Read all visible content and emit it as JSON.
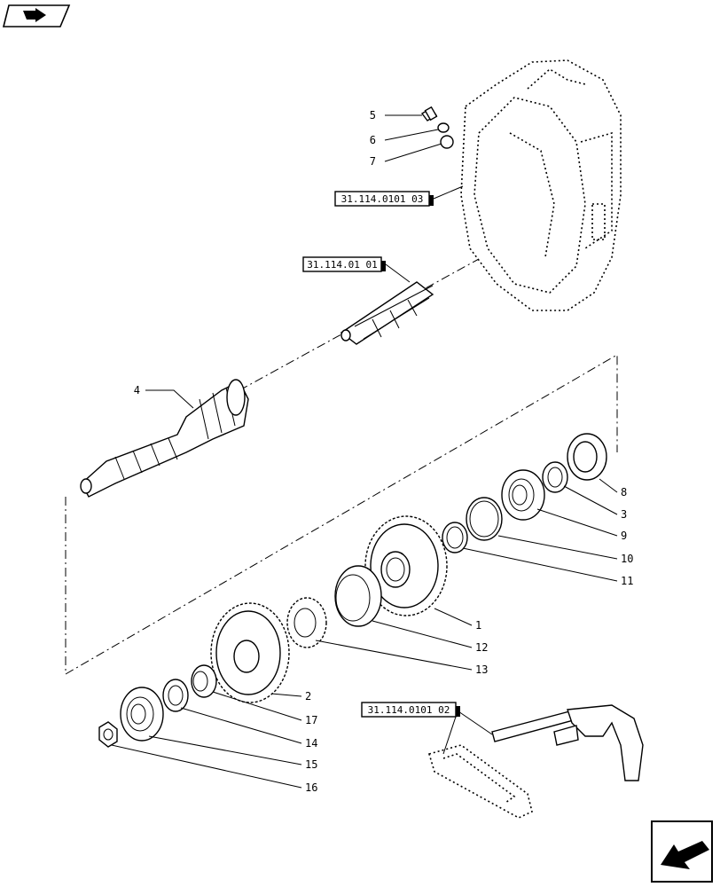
{
  "references": {
    "housing": "31.114.0101 03",
    "shaft": "31.114.01 01",
    "fork": "31.114.0101 02"
  },
  "callouts": {
    "c1": "1",
    "c2": "2",
    "c3": "3",
    "c4": "4",
    "c5": "5",
    "c6": "6",
    "c7": "7",
    "c8": "8",
    "c9": "9",
    "c10": "10",
    "c11": "11",
    "c12": "12",
    "c13": "13",
    "c14": "14",
    "c15": "15",
    "c16": "16",
    "c17": "17"
  },
  "icons": {
    "top_left": "previous-page-icon",
    "bottom_right": "next-page-icon"
  }
}
